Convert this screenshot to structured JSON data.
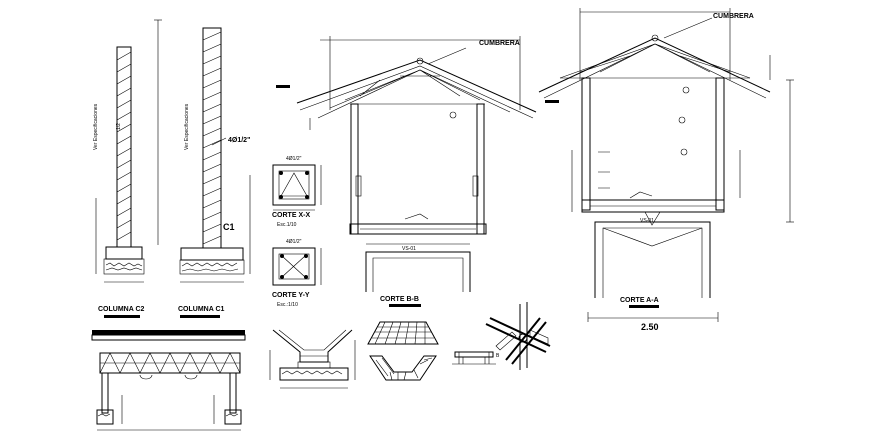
{
  "columns": {
    "c2_title": "COLUMNA C2",
    "c1_title": "COLUMNA C1",
    "rebar_note": "4Ø1/2\"",
    "column_tag": "C1"
  },
  "sections": {
    "xx_rebar": "4Ø1/2\"",
    "xx_title": "CORTE X-X",
    "xx_scale": "Esc.1/10",
    "yy_rebar": "4Ø1/2\"",
    "yy_title": "CORTE Y-Y",
    "yy_scale": "Esc.:1/10",
    "bb_title": "CORTE B-B",
    "aa_title": "CORTE A-A"
  },
  "roof": {
    "ridge_label_bb": "CUMBRERA",
    "ridge_label_aa": "CUMBRERA"
  },
  "dimensions": {
    "aa_width": "2.50"
  }
}
